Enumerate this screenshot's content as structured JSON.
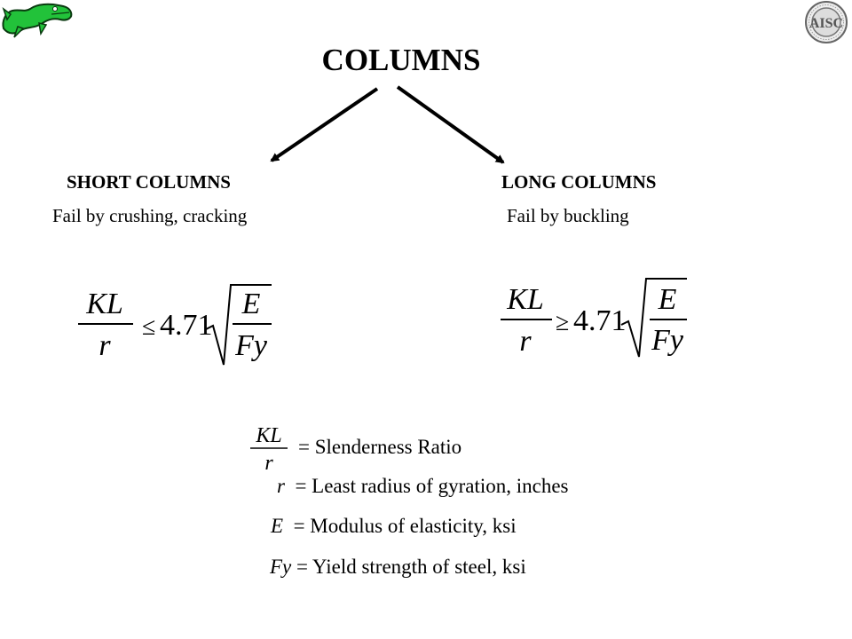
{
  "title": "COLUMNS",
  "short": {
    "heading": "SHORT COLUMNS",
    "caption": "Fail by crushing, cracking",
    "formula": {
      "num": "KL",
      "den": "r",
      "op": "≤",
      "coef": "4.71",
      "rnum": "E",
      "rden": "Fy"
    }
  },
  "long": {
    "heading": "LONG COLUMNS",
    "caption": "Fail by buckling",
    "formula": {
      "num": "KL",
      "den": "r",
      "op": "≥",
      "coef": "4.71",
      "rnum": "E",
      "rden": "Fy"
    }
  },
  "legend": {
    "ratio": {
      "num": "KL",
      "den": "r",
      "text": "= Slenderness Ratio"
    },
    "r": {
      "symbol": "r",
      "text": "=  Least radius of gyration, inches"
    },
    "e": {
      "symbol": "E",
      "text": "=  Modulus of elasticity, ksi"
    },
    "fy": {
      "symbol": "Fy",
      "text": "= Yield strength of steel, ksi"
    }
  },
  "colors": {
    "gator": "#22c23a",
    "gator_outline": "#0a3a10",
    "seal": "#777777"
  },
  "icons": {
    "left_logo": "alligator-logo",
    "right_logo": "aisc-seal"
  }
}
